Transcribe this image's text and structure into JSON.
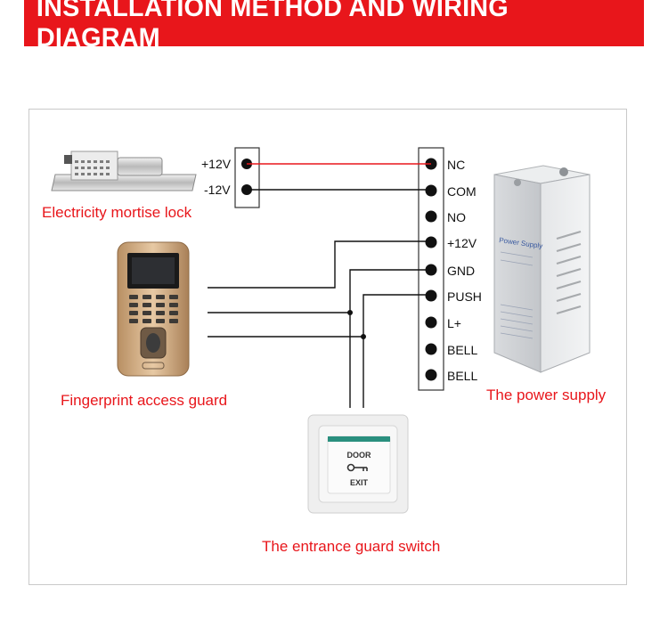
{
  "header": {
    "title": "INSTALLATION METHOD AND WIRING DIAGRAM"
  },
  "lock": {
    "label": "Electricity mortise lock",
    "terminals": [
      "+12V",
      "-12V"
    ]
  },
  "power_supply": {
    "label": "The power supply",
    "terminals": [
      "NC",
      "COM",
      "NO",
      "+12V",
      "GND",
      "PUSH",
      "L+",
      "BELL",
      "BELL"
    ],
    "device_text": "Power Supply"
  },
  "fingerprint": {
    "label": "Fingerprint access guard"
  },
  "exit_switch": {
    "label": "The entrance guard switch",
    "line1": "DOOR",
    "line2": "EXIT"
  },
  "colors": {
    "accent": "#e8161b",
    "wire_red": "#e8161b",
    "wire_black": "#111111"
  }
}
